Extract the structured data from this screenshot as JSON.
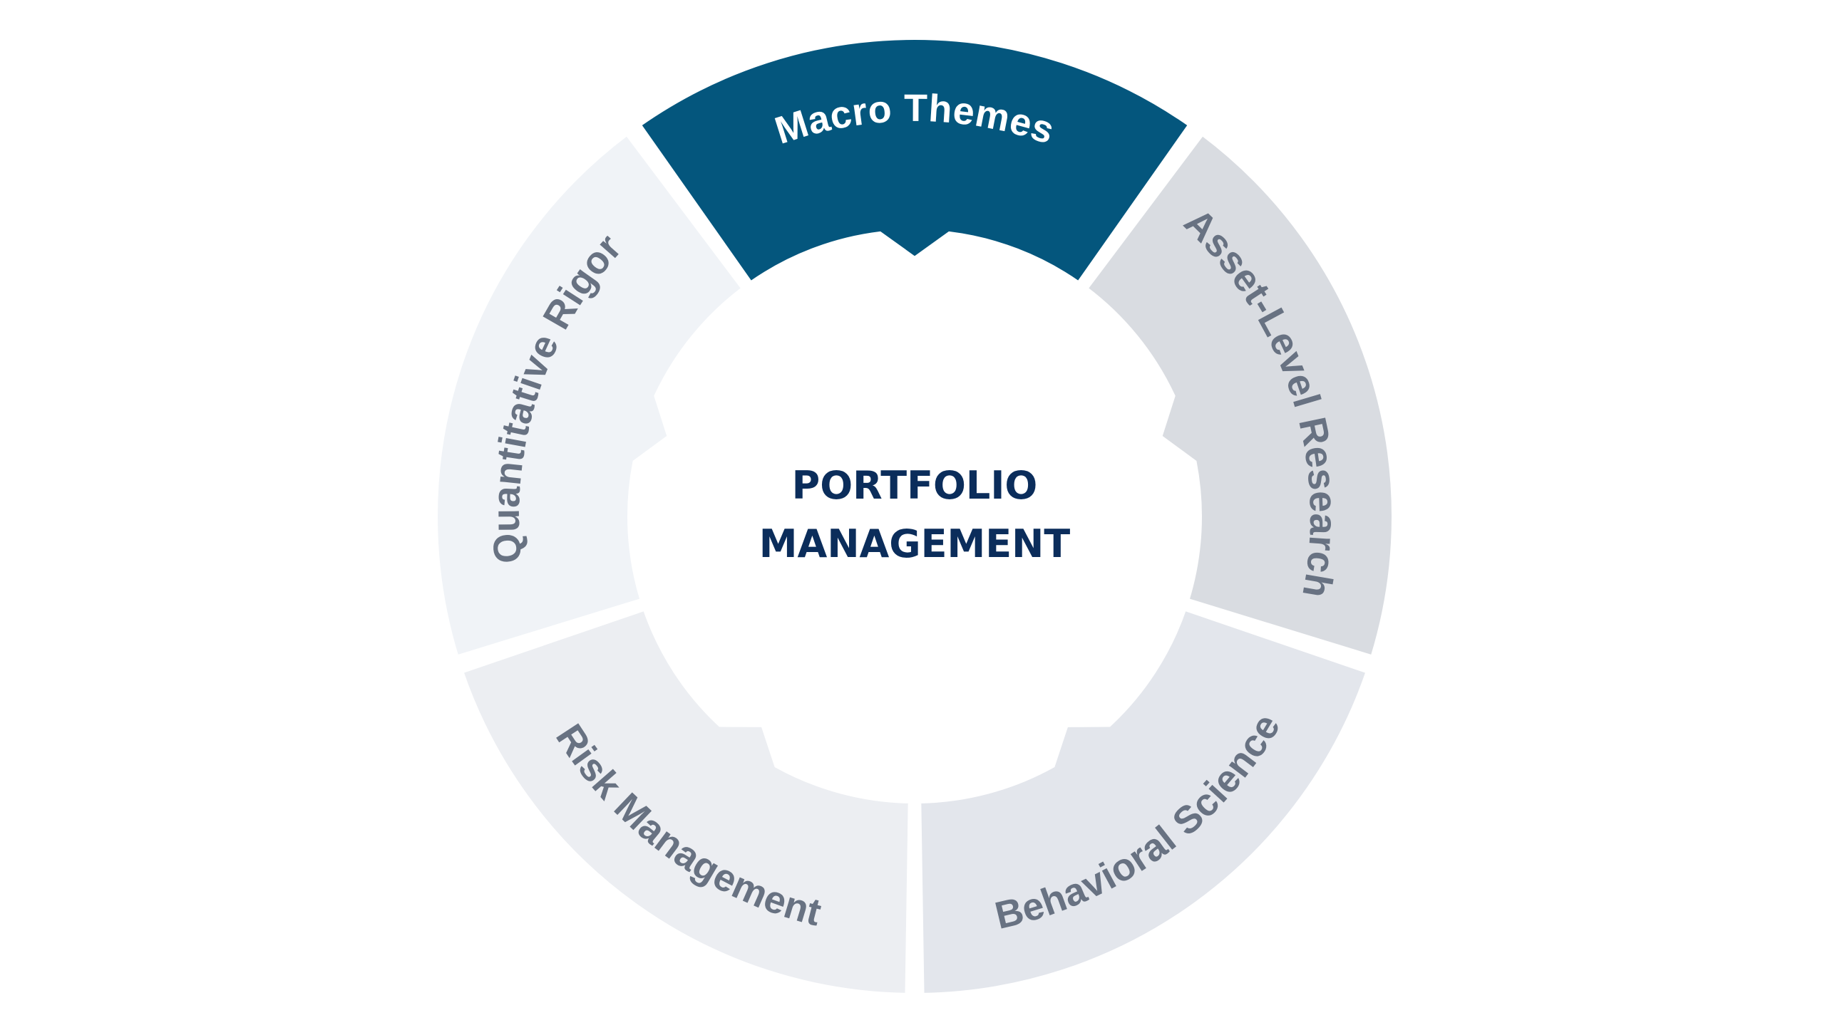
{
  "diagram": {
    "center": {
      "line1": "PORTFOLIO",
      "line2": "MANAGEMENT",
      "color": "#0B2D5B"
    },
    "segments": [
      {
        "key": "macro-themes",
        "label": "Macro Themes",
        "fill": "#04567D",
        "text_color": "#FFFFFF",
        "active": true
      },
      {
        "key": "asset-level-research",
        "label": "Asset-Level Research",
        "fill": "#D9DCE1",
        "text_color": "#687282",
        "active": false
      },
      {
        "key": "behavioral-science",
        "label": "Behavioral Science",
        "fill": "#E3E6EC",
        "text_color": "#687282",
        "active": false
      },
      {
        "key": "risk-management",
        "label": "Risk Management",
        "fill": "#ECEEF2",
        "text_color": "#687282",
        "active": false
      },
      {
        "key": "quantitative-rigor",
        "label": "Quantitative Rigor",
        "fill": "#F0F3F7",
        "text_color": "#687282",
        "active": false
      }
    ]
  }
}
